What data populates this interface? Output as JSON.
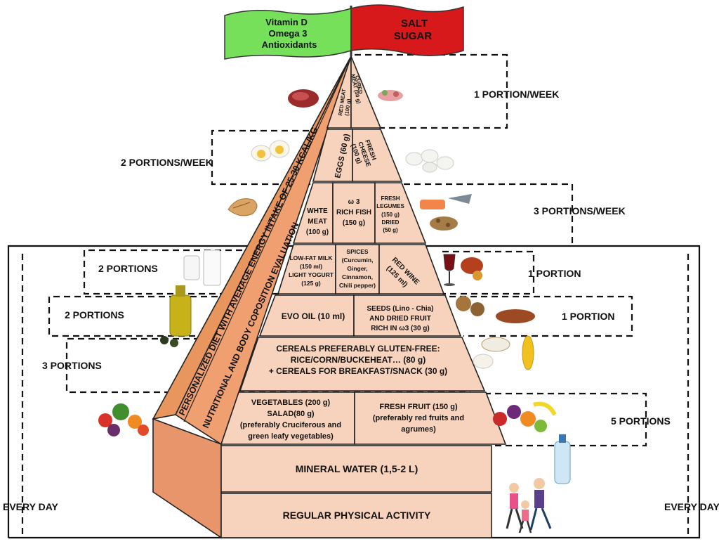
{
  "flags": {
    "left": {
      "lines": [
        "Vitamin D",
        "Omega 3",
        "Antioxidants"
      ],
      "color": "#77e05a"
    },
    "right": {
      "lines": [
        "SALT",
        "SUGAR"
      ],
      "color": "#d8191c"
    }
  },
  "side_labels": {
    "personalized": "PERSONALIZED DIET WITH AVERAGE ENERGY INTAKE OF 25-30 KCAL/KG",
    "evaluation": "NUTRITIONAL AND BODY COPOSITION EVALUATION"
  },
  "frequency": {
    "week1": "1 PORTION/WEEK",
    "week2": "2 PORTIONS/WEEK",
    "week3": "3 PORTIONS/WEEK",
    "day2_top": "2 PORTIONS",
    "day1_top": "1 PORTION",
    "day2_oil": "2 PORTIONS",
    "day1_seeds": "1 PORTION",
    "day3": "3 PORTIONS",
    "day5": "5 PORTIONS",
    "every_day_left": "EVERY DAY",
    "every_day_right": "EVERY DAY"
  },
  "pyramid": {
    "red_meat": [
      "RED MEAT",
      "(100 g)"
    ],
    "cured_meat": [
      "CURED",
      "MEAT (50 g)"
    ],
    "eggs": "EGGS (60 g)",
    "fresh_cheese": [
      "FRESH",
      "CHEESE",
      "(100 g)"
    ],
    "white_meat": [
      "WHTE",
      "MEAT",
      "(100 g)"
    ],
    "fish": [
      "ω 3",
      "RICH FISH",
      "(150 g)"
    ],
    "legumes": [
      "FRESH",
      "LEGUMES",
      "(150 g)",
      "DRIED",
      "(50 g)"
    ],
    "milk": [
      "LOW-FAT MILK",
      "(150 ml)",
      "LIGHT YOGURT",
      "(125 g)"
    ],
    "spices": [
      "SPICES",
      "(Curcumin,",
      "Ginger,",
      "Cinnamon,",
      "Chili pepper)"
    ],
    "wine": [
      "RED WINE",
      "(125 ml)"
    ],
    "evo_oil": "EVO OIL (10 ml)",
    "seeds": [
      "SEEDS (Lino - Chia)",
      "AND DRIED FRUIT",
      "RICH IN ω3 (30 g)"
    ],
    "cereals": [
      "CEREALS PREFERABLY GLUTEN-FREE:",
      "RICE/CORN/BUCKEHEAT… (80 g)",
      "+ CEREALS FOR BREAKFAST/SNACK (30 g)"
    ],
    "vegetables": [
      "VEGETABLES (200 g)",
      "SALAD(80 g)",
      "(preferably Cruciferous and",
      "green leafy vegetables)"
    ],
    "fruit": [
      "FRESH FRUIT (150 g)",
      "(preferably red fruits and",
      "agrumes)"
    ],
    "water": "MINERAL WATER (1,5-2 L)",
    "activity": "REGULAR PHYSICAL ACTIVITY"
  },
  "colors": {
    "tier": "#f7d3bd",
    "side_face": "#f0a070",
    "edge": "#222222"
  }
}
